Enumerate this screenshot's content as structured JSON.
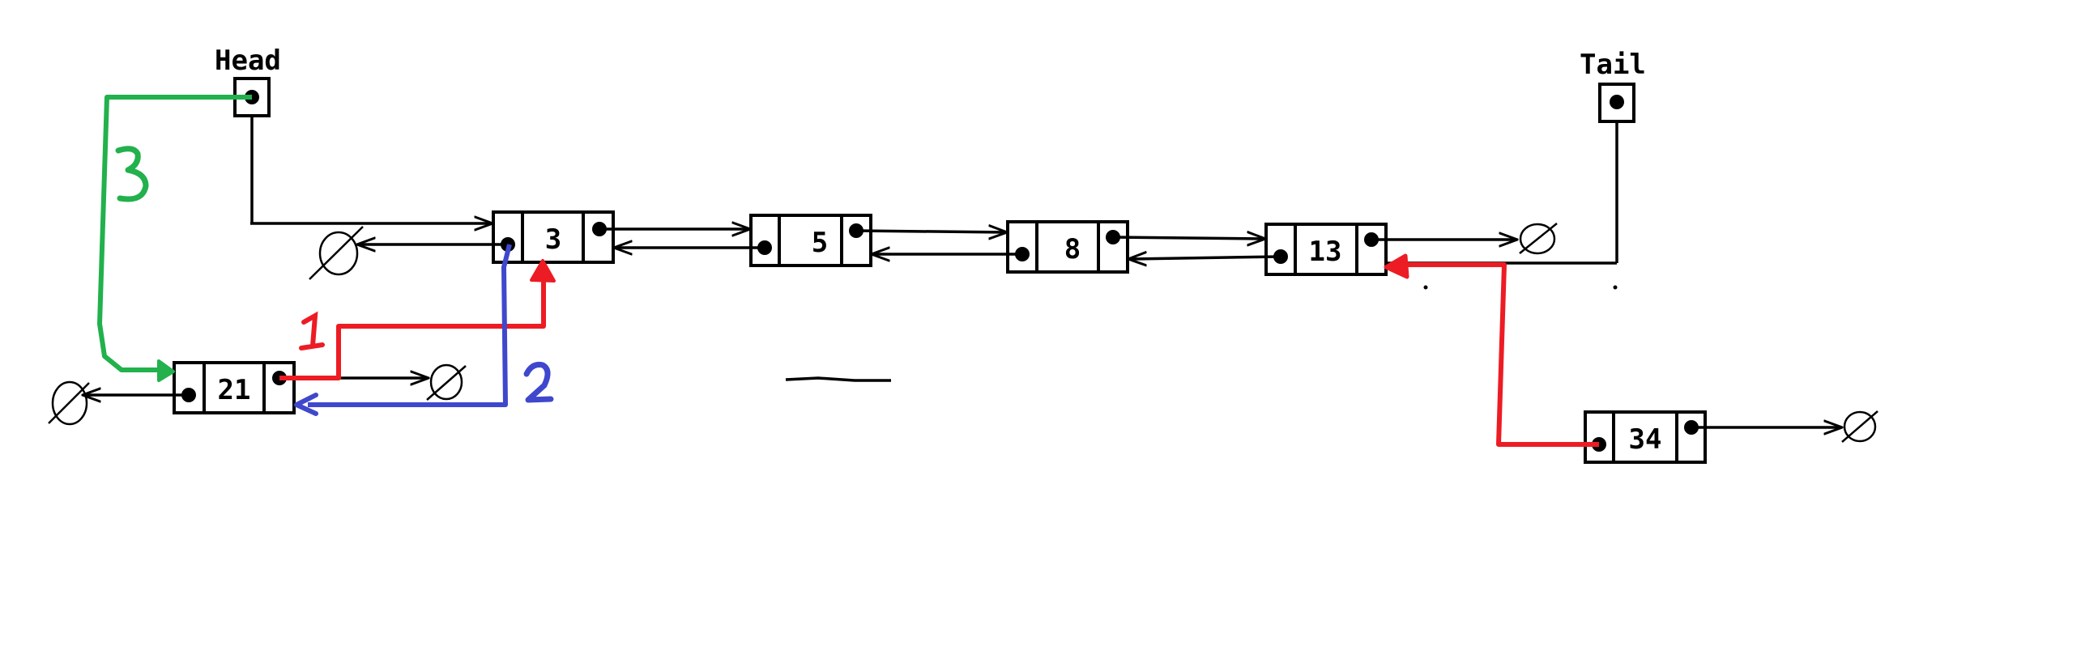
{
  "labels": {
    "head": "Head",
    "tail": "Tail",
    "null_symbol": "∅"
  },
  "nodes": [
    {
      "id": "n21",
      "value": "21"
    },
    {
      "id": "n3",
      "value": "3"
    },
    {
      "id": "n5",
      "value": "5"
    },
    {
      "id": "n8",
      "value": "8"
    },
    {
      "id": "n13",
      "value": "13"
    },
    {
      "id": "n34",
      "value": "34"
    }
  ],
  "steps": [
    {
      "label": "1",
      "color": "#ed1c24"
    },
    {
      "label": "2",
      "color": "#3f48cc"
    },
    {
      "label": "3",
      "color": "#22b14c"
    }
  ],
  "colors": {
    "ink": "#000000",
    "red": "#ed1c24",
    "blue": "#3f48cc",
    "green": "#22b14c"
  }
}
